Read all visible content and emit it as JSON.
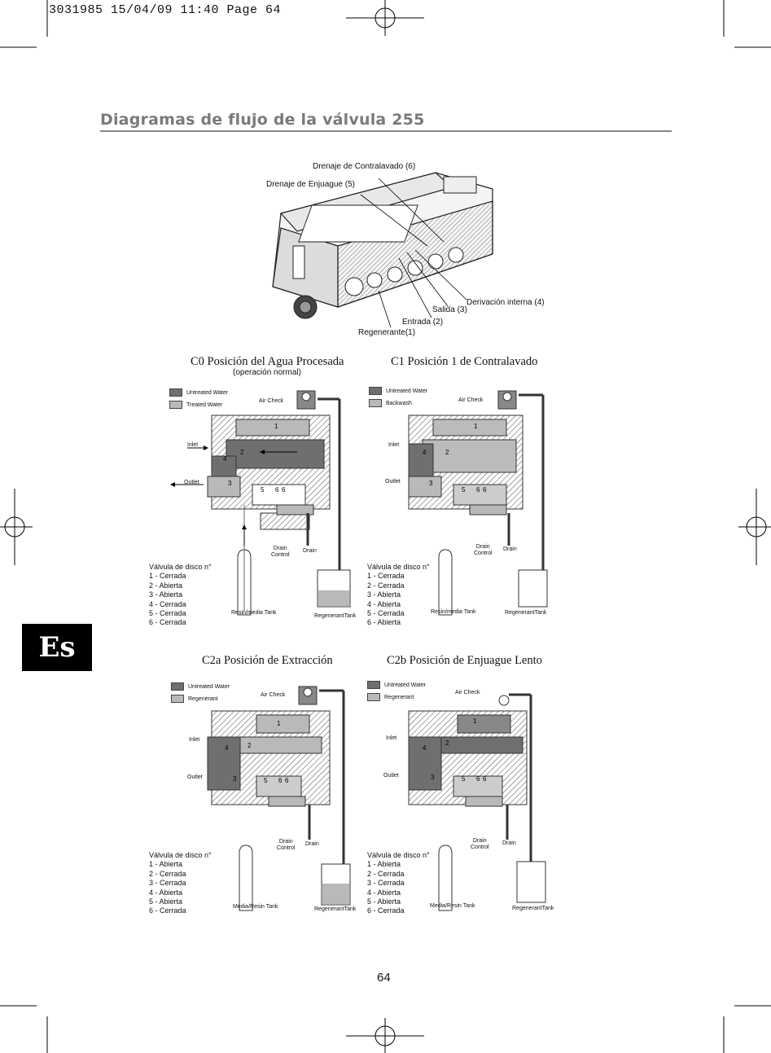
{
  "header": {
    "slug": "3031985  15/04/09  11:40  Page 64"
  },
  "title": "Diagramas de flujo de la válvula 255",
  "language_tab": "Es",
  "page_number": "64",
  "valve": {
    "callouts": {
      "backwash_drain": "Drenaje de Contralavado (6)",
      "rinse_drain": "Drenaje de Enjuague (5)",
      "internal_bypass": "Derivación interna (4)",
      "outlet": "Salida (3)",
      "inlet": "Entrada (2)",
      "regenerant": "Regenerante(1)"
    }
  },
  "diagrams": [
    {
      "title": "C0 Posición del Agua Procesada",
      "subtitle": "(operación normal)",
      "legend": [
        "Untreated Water",
        "Treated Water"
      ],
      "labels": {
        "air_check": "Air Check",
        "inlet": "Inlet",
        "outlet": "Outlet",
        "drain_control": [
          "Drain",
          "Control"
        ],
        "drain": "Drain",
        "tank": "Resin/media Tank",
        "regen_tank": "RegenerantTank"
      },
      "status_heading": "Válvula de disco n°",
      "status": [
        "1 - Cerrada",
        "2 - Abierta",
        "3 - Abierta",
        "4 - Cerrada",
        "5 - Cerrada",
        "6 - Cerrada"
      ]
    },
    {
      "title": "C1 Posición 1 de Contralavado",
      "subtitle": "",
      "legend": [
        "Untreated Water",
        "Backwash"
      ],
      "labels": {
        "air_check": "Air Check",
        "inlet": "Inlet",
        "outlet": "Outlet",
        "drain_control": [
          "Drain",
          "Control"
        ],
        "drain": "Drain",
        "tank": "Resin/media Tank",
        "regen_tank": "RegenerantTank"
      },
      "status_heading": "Válvula de disco n°",
      "status": [
        "1 - Cerrada",
        "2 - Cerrada",
        "3 - Abierta",
        "4 - Abierta",
        "5 - Cerrada",
        "6 - Abierta"
      ]
    },
    {
      "title": "C2a Posición de Extracción",
      "subtitle": "",
      "legend": [
        "Untreated Water",
        "Regenerant"
      ],
      "labels": {
        "air_check": "Air Check",
        "inlet": "Inlet",
        "outlet": "Outlet",
        "drain_control": [
          "Drain",
          "Control"
        ],
        "drain": "Drain",
        "tank": "Media/Resin Tank",
        "regen_tank": "RegenerantTank"
      },
      "status_heading": "Válvula de disco n°",
      "status": [
        "1 - Abierta",
        "2 - Cerrada",
        "3 - Cerrada",
        "4 - Abierta",
        "5 - Abierta",
        "6 - Cerrada"
      ]
    },
    {
      "title": "C2b Posición de Enjuague Lento",
      "subtitle": "",
      "legend": [
        "Untreated Water",
        "Regenerant"
      ],
      "labels": {
        "air_check": "Air Check",
        "inlet": "Inlet",
        "outlet": "Outlet",
        "drain_control": [
          "Drain",
          "Control"
        ],
        "drain": "Drain",
        "tank": "Media/Resin Tank",
        "regen_tank": "RegenerantTank"
      },
      "status_heading": "Válvula de disco n°",
      "status": [
        "1 - Abierta",
        "2 - Cerrada",
        "3 - Cerrada",
        "4 - Abierta",
        "5 - Abierta",
        "6 - Cerrada"
      ]
    }
  ],
  "colors": {
    "dark_water": "#6f6f6f",
    "light_water": "#b9b9b9",
    "hatch": "#8a8a8a",
    "tab_bg": "#000000",
    "title_gray": "#7a7a7a"
  }
}
